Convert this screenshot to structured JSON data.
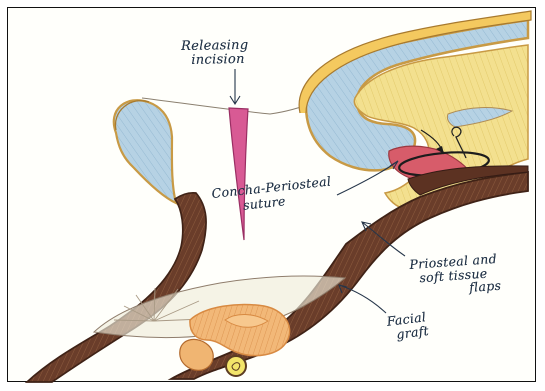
{
  "labels": {
    "releasing_incision": {
      "line1": "Releasing",
      "line2": "incision"
    },
    "concha_periosteal_suture": {
      "line1": "Concha-Periosteal",
      "line2": "suture"
    },
    "periosteal_soft_tissue_flaps": {
      "line1": "Priosteal and",
      "line2": "soft tissue",
      "line3": "flaps"
    },
    "facial_graft": {
      "line1": "Facial",
      "line2": "graft"
    }
  },
  "colors": {
    "skin_outline": "#c89a45",
    "cartilage_blue": "#aac8dc",
    "incision_pink": "#d85a94",
    "yellow_tissue": "#f1df8a",
    "brown_flap": "#6a3e2a",
    "brown_dark": "#3f2418",
    "red_tissue": "#cf4f61",
    "orange_graft": "#efb06f",
    "ink": "#25364a"
  }
}
